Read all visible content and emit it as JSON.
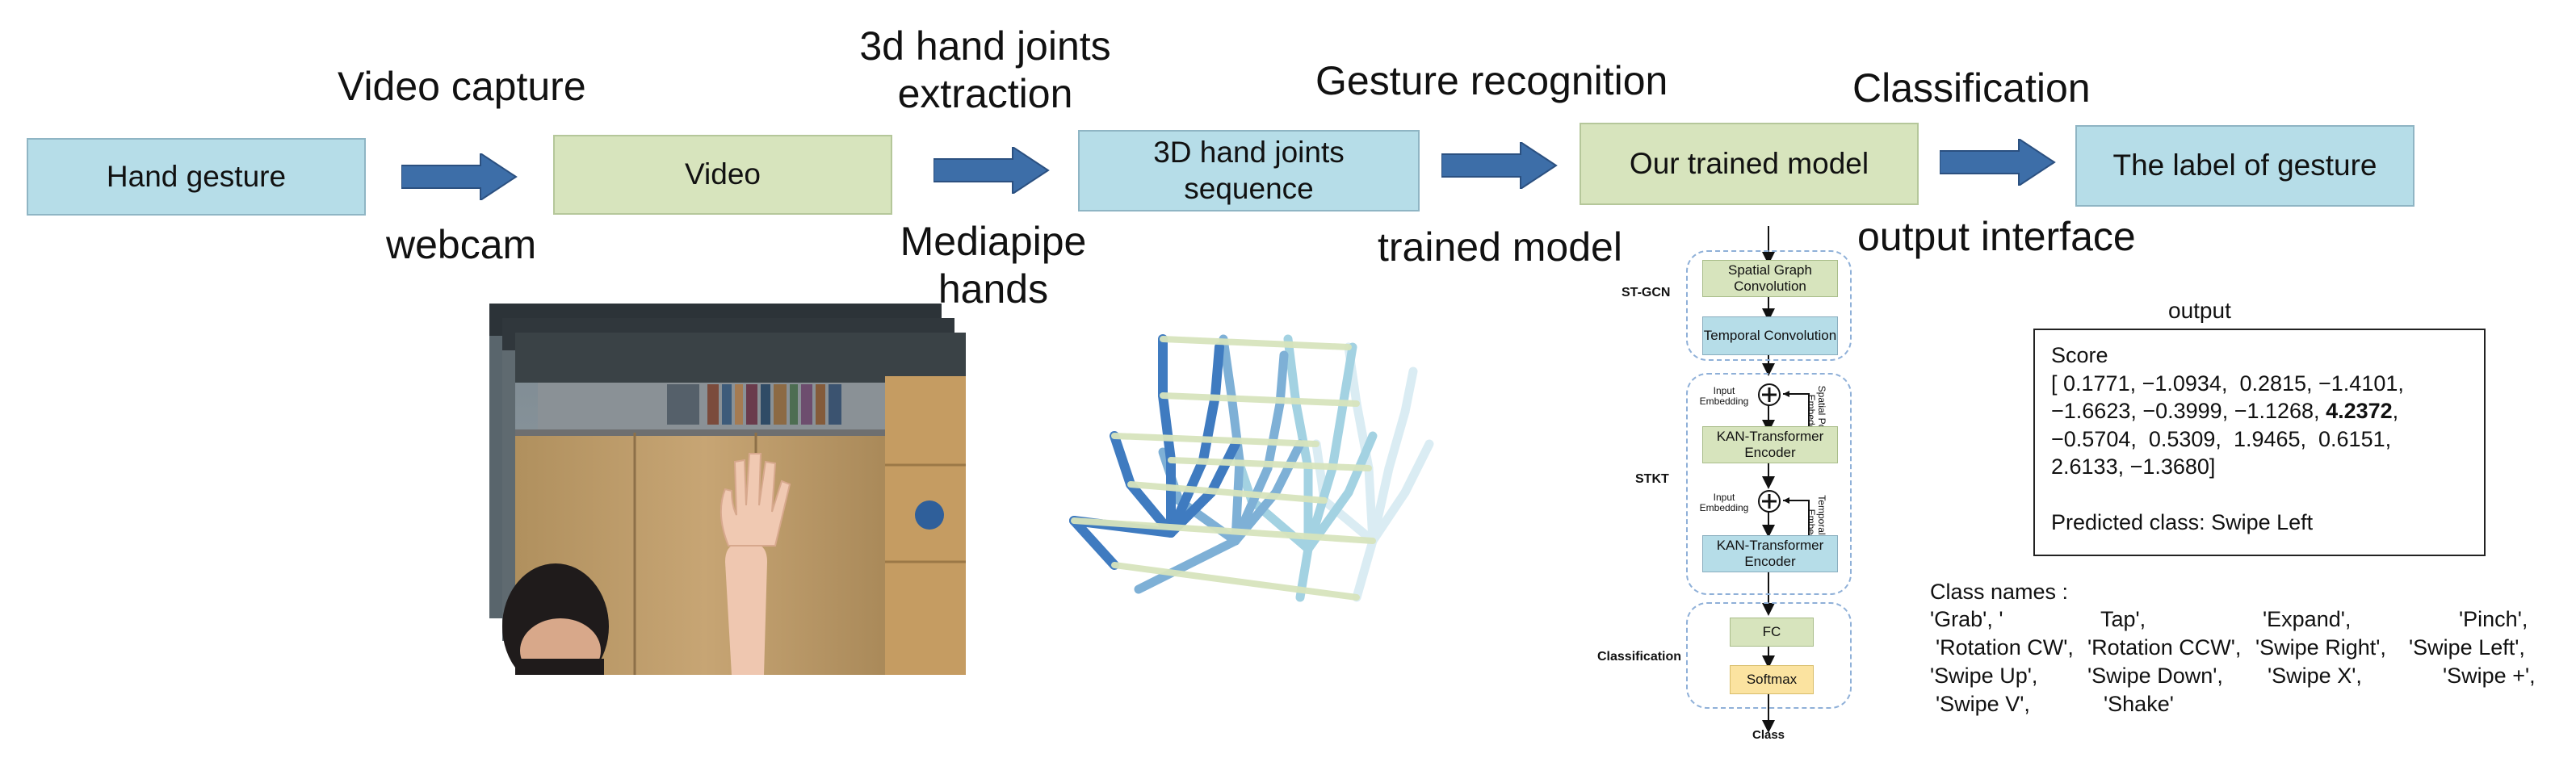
{
  "stages": {
    "hand_gesture": "Hand gesture",
    "video": "Video",
    "joints_seq": "3D hand joints sequence",
    "trained_model": "Our trained model",
    "label": "The label of gesture"
  },
  "top_labels": {
    "video_capture": "Video capture",
    "joints_extraction": "3d hand joints extraction",
    "gesture_recognition": "Gesture recognition",
    "classification": "Classification"
  },
  "bottom_labels": {
    "webcam": "webcam",
    "mediapipe": "Mediapipe hands",
    "trained_model": "trained model",
    "output_interface": "output interface"
  },
  "architecture": {
    "st_gcn": "ST-GCN",
    "spatial_graph_conv": "Spatial Graph Convolution",
    "temporal_conv": "Temporal Convolution",
    "stkt": "STKT",
    "input_embedding": "Input Embedding",
    "kan_encoder": "KAN-Transformer Encoder",
    "spatial_pos_embedding": "Spatial Position Embedding",
    "temporal_pos_embedding": "Temporal Position Embedding",
    "classification": "Classification",
    "fc": "FC",
    "softmax": "Softmax",
    "class": "Class"
  },
  "output": {
    "title": "output",
    "score_label": "Score",
    "score_line1": "[ 0.1771, −1.0934,  0.2815, −1.4101,",
    "score_line2a": "−1.6623, −0.3999, −1.1268, ",
    "score_line2_bold": "4.2372",
    "score_line2b": ",",
    "score_line3": "−0.5704,  0.5309,  1.9465,  0.6151,",
    "score_line4": "2.6133, −1.3680]",
    "predicted": "Predicted class: Swipe Left"
  },
  "class_names": {
    "title": "Class names :",
    "rows": [
      [
        "'Grab', '",
        "Tap',",
        "'Expand',",
        "'Pinch',"
      ],
      [
        "'Rotation CW',",
        "'Rotation CCW',",
        "'Swipe Right',",
        "'Swipe Left',"
      ],
      [
        "'Swipe Up',",
        "'Swipe Down',",
        "'Swipe X',",
        "'Swipe +',"
      ],
      [
        "'Swipe V',",
        "'Shake'",
        "",
        ""
      ]
    ]
  },
  "colors": {
    "blue_box": "#b6dde8",
    "green_box": "#d7e4bd",
    "arrow": "#3d6ea8",
    "softmax": "#fbe3a0"
  }
}
